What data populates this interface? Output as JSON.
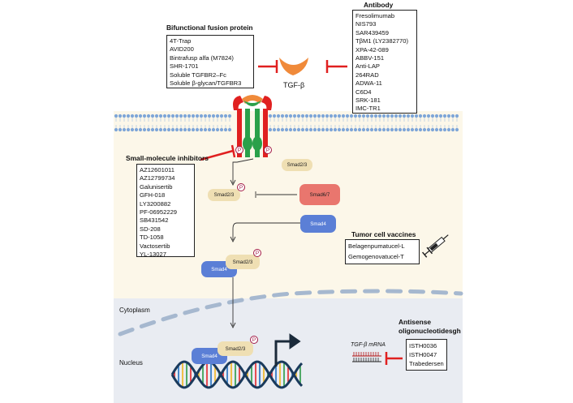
{
  "ligand": {
    "label": "TGF-β"
  },
  "bifunctional": {
    "title": "Bifunctional fusion protein",
    "items": [
      "4T-Trap",
      "AVID200",
      "Bintrafusp alfa (M7824)",
      "SHR-1701",
      "Soluble TGFBR2–Fc",
      "Soluble β-glycan/TGFBR3"
    ]
  },
  "antibody": {
    "title": "Antibody",
    "items": [
      "Fresolimumab",
      "NIS793",
      "SAR439459",
      "TβM1 (LY2382770)",
      "XPA-42-089",
      "ABBV-151",
      "Anti-LAP",
      "264RAD",
      "ADWA-11",
      "C6D4",
      "SRK-181",
      "IMC-TR1"
    ]
  },
  "small_molecule": {
    "title": "Small-molecule inhibitors",
    "items": [
      "AZ12601011",
      "AZ12799734",
      "Galunisertib",
      "GFH-018",
      "LY3200882",
      "PF-06952229",
      "SB431542",
      "SD-208",
      "TD-1058",
      "Vactosertib",
      "YL-13027"
    ]
  },
  "vaccines": {
    "title": "Tumor cell vaccines",
    "items": [
      "Belagenpumatucel-L",
      "Gemogenovatucel-T"
    ]
  },
  "antisense": {
    "title_line1": "Antisense",
    "title_line2": "oligonucleotidesgh",
    "mrna_label": "TGF-β mRNA",
    "items": [
      "ISTH0036",
      "ISTH0047",
      "Trabedersen"
    ]
  },
  "pathway": {
    "phospho": "P",
    "smad23": "Smad2/3",
    "smad67": "Smad6/7",
    "smad4": "Smad4"
  },
  "compartments": {
    "cytoplasm": "Cytoplasm",
    "nucleus": "Nucleus"
  },
  "colors": {
    "inhibitor": "#e02020",
    "cytoplasm": "#fcf7e9",
    "nucleus": "#e9ecf2",
    "membrane": "#7ea6d8",
    "ligand": "#f08a3a"
  }
}
